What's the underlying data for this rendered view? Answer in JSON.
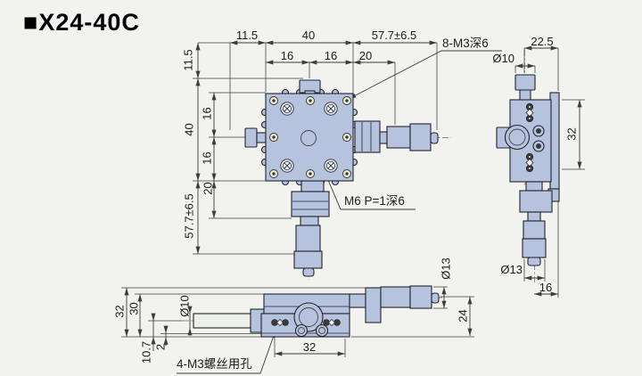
{
  "title": {
    "marker": "■",
    "model": "X24-40C"
  },
  "colors": {
    "part_fill": "#b6c3de",
    "line": "#3c3c3c",
    "m3_hole": "#e8ecce"
  },
  "top_view": {
    "dim_h_outer": [
      "11.5",
      "40",
      "57.7±6.5"
    ],
    "dim_h_inner": [
      "16",
      "16",
      "20"
    ],
    "dim_v_outer": [
      "11.5",
      "40",
      "57.7±6.5"
    ],
    "dim_v_inner": [
      "16",
      "16",
      "20"
    ],
    "label_corner_holes": "8-M3深6",
    "label_center_hole": "M6 P=1深6"
  },
  "side_view": {
    "dim_width": "22.5",
    "dim_knob_dia": "Ø10",
    "dim_height": "32",
    "dim_mic_dia": "Ø13",
    "dim_offset": "16"
  },
  "front_view": {
    "dim_total_height": "32",
    "dim_body_height": "30",
    "dim_rod_dia": "Ø10",
    "dim_axis_height": "10.7",
    "dim_step": "2",
    "dim_hole_spacing": "32",
    "dim_mic_dia": "Ø13",
    "dim_mic_height": "24",
    "label_mount_holes": "4-M3螺丝用孔"
  }
}
